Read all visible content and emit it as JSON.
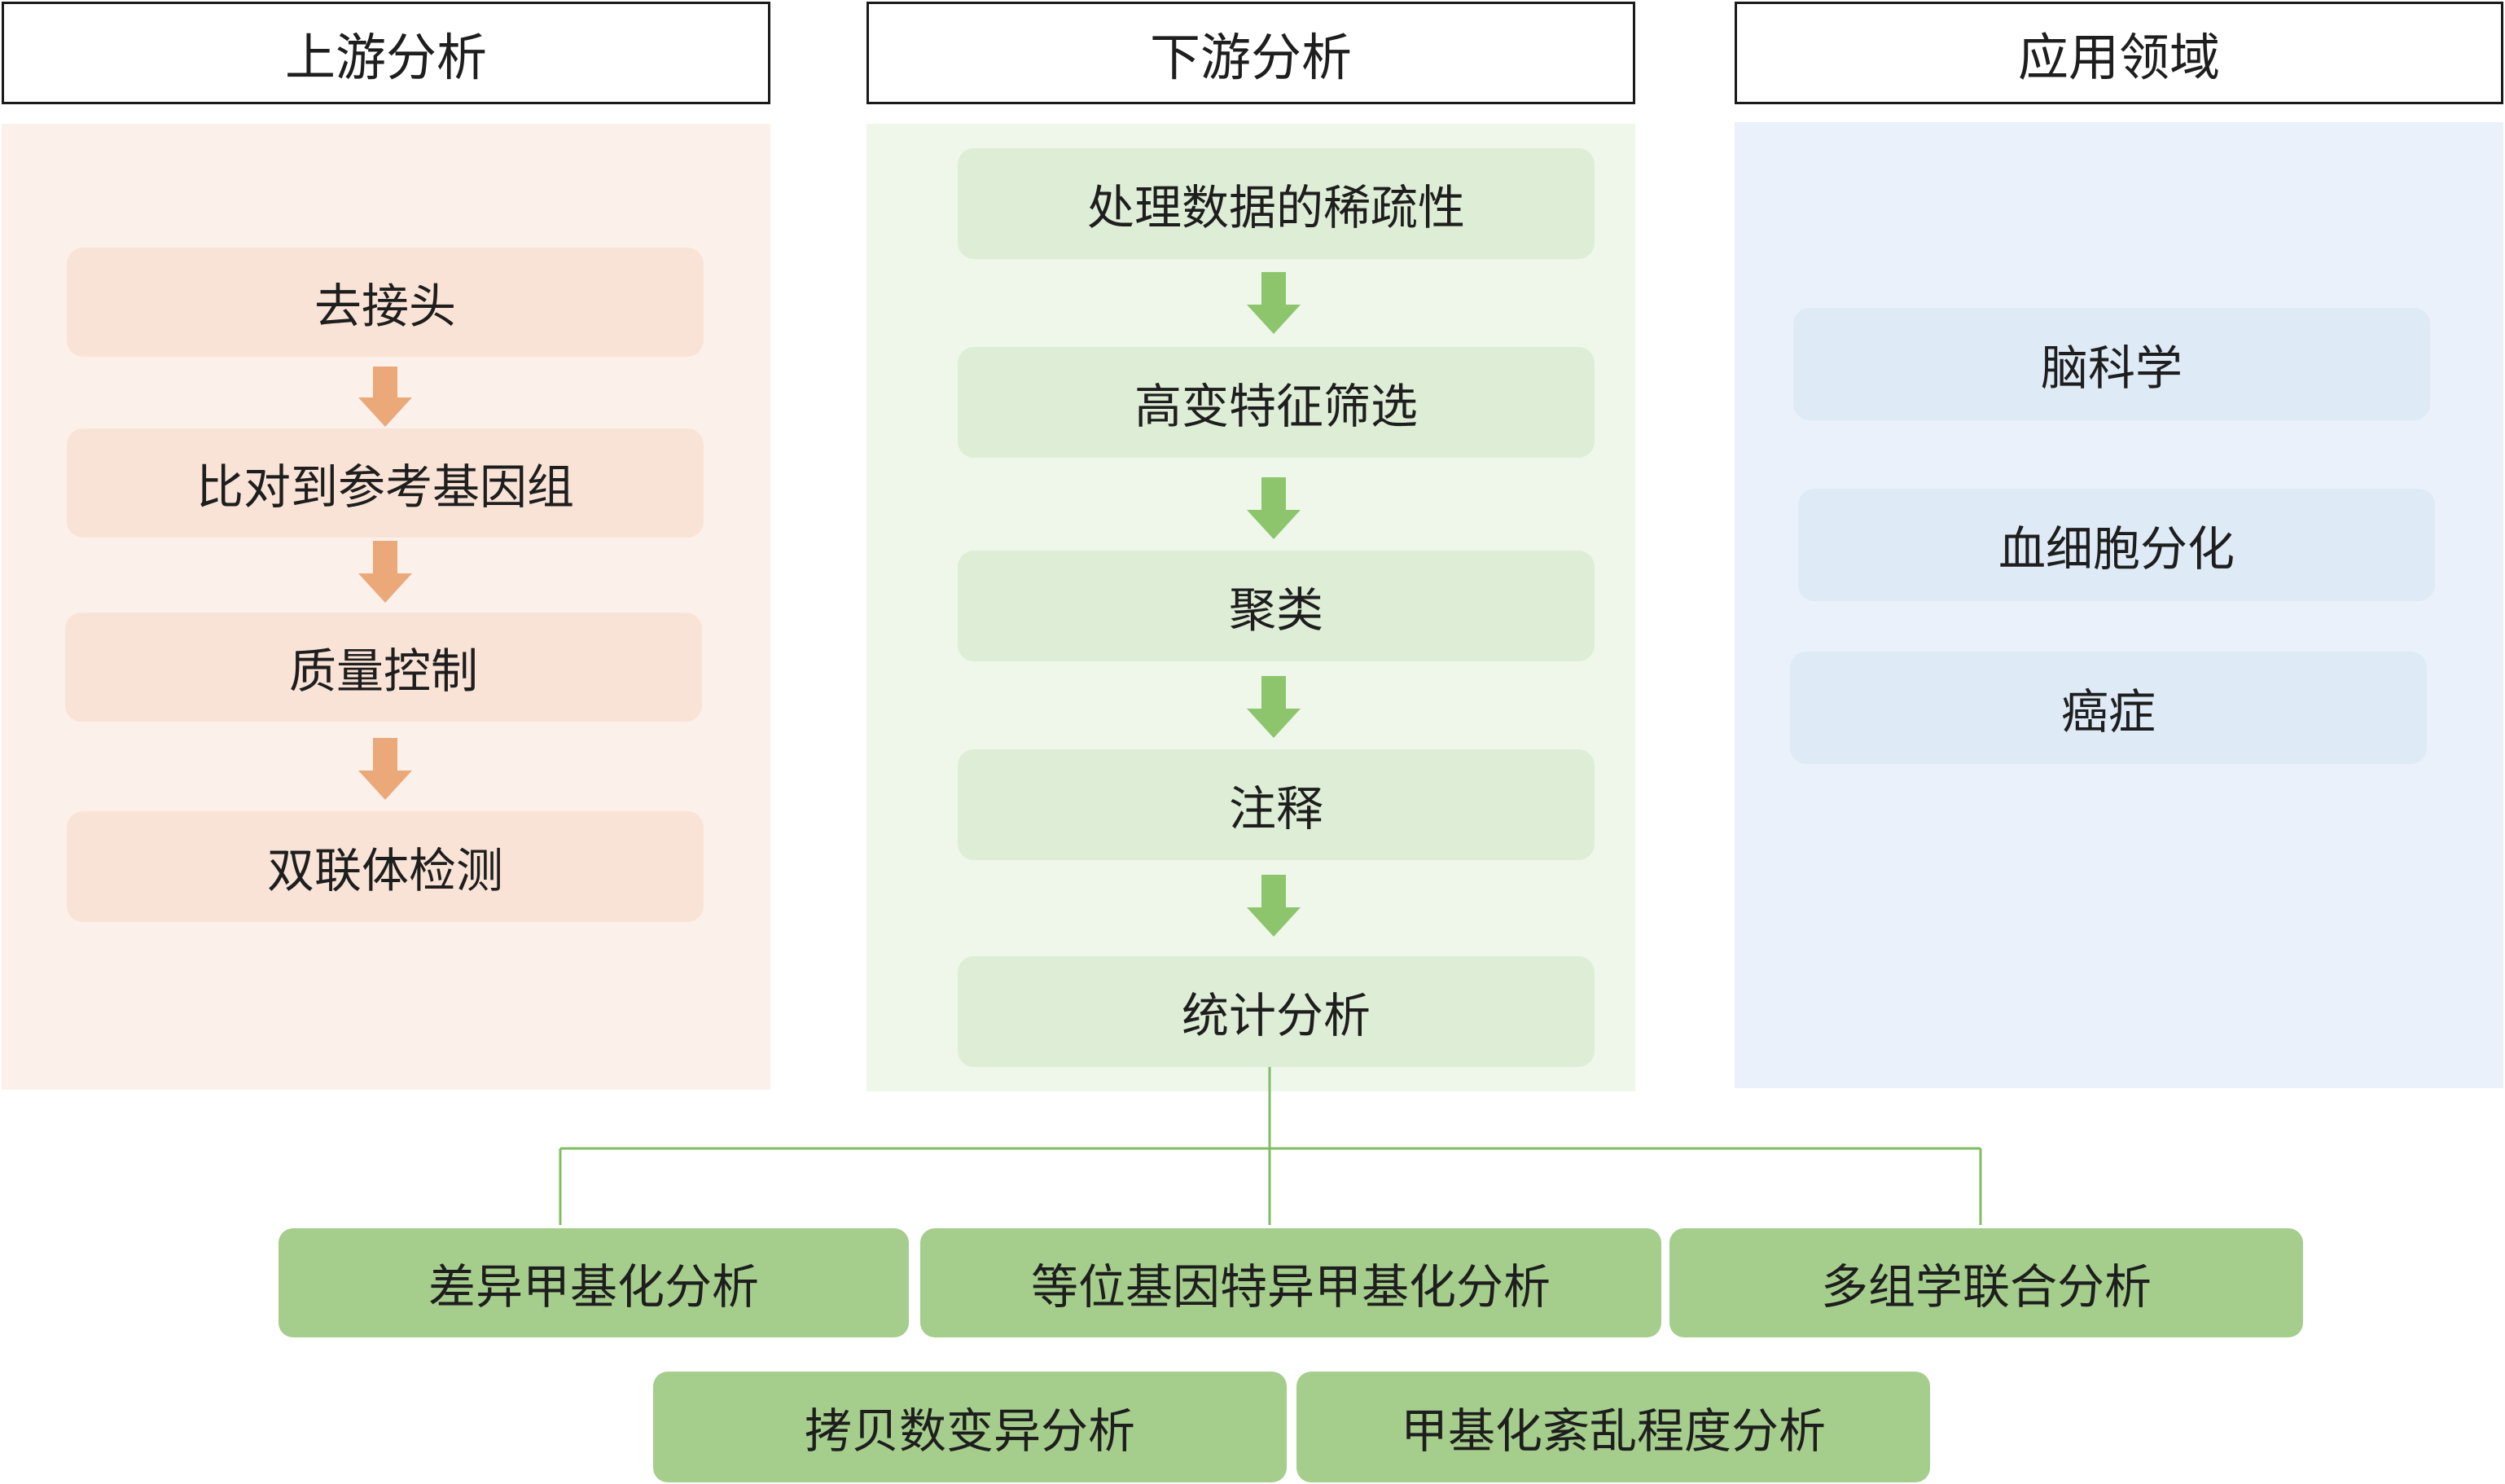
{
  "columns": {
    "upstream": {
      "header": "上游分析",
      "steps": [
        "去接头",
        "比对到参考基因组",
        "质量控制",
        "双联体检测"
      ]
    },
    "downstream": {
      "header": "下游分析",
      "steps": [
        "处理数据的稀疏性",
        "高变特征筛选",
        "聚类",
        "注释",
        "统计分析"
      ]
    },
    "applications": {
      "header": "应用领域",
      "items": [
        "脑科学",
        "血细胞分化",
        "癌症"
      ]
    }
  },
  "analyses": {
    "row1": [
      "差异甲基化分析",
      "等位基因特异甲基化分析",
      "多组学联合分析"
    ],
    "row2": [
      "拷贝数变异分析",
      "甲基化紊乱程度分析"
    ]
  },
  "colors": {
    "upstream_panel": "#fbf0ea",
    "upstream_box": "#f9e3d6",
    "upstream_arrow": "#eba97a",
    "downstream_panel": "#eff6ea",
    "downstream_box": "#deedd6",
    "downstream_arrow": "#8dc56c",
    "applications_panel": "#eaf1fa",
    "applications_box": "#deeaf6",
    "analysis_box": "#a5cd8c",
    "connector_line": "#7fbe63"
  }
}
